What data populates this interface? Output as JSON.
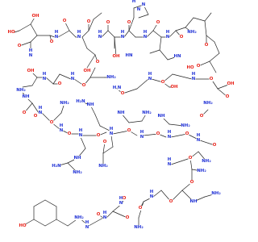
{
  "colors": {
    "oxygen": "#e8231a",
    "nitrogen": "#2233d6",
    "carbon": "#222222",
    "background": "#ffffff"
  },
  "labels": {
    "O": "O",
    "OH": "OH",
    "HO": "HO",
    "H": "H",
    "N": "N",
    "NH": "NH",
    "HN": "HN",
    "NH2": "NH₂",
    "H2N": "H₂N"
  }
}
